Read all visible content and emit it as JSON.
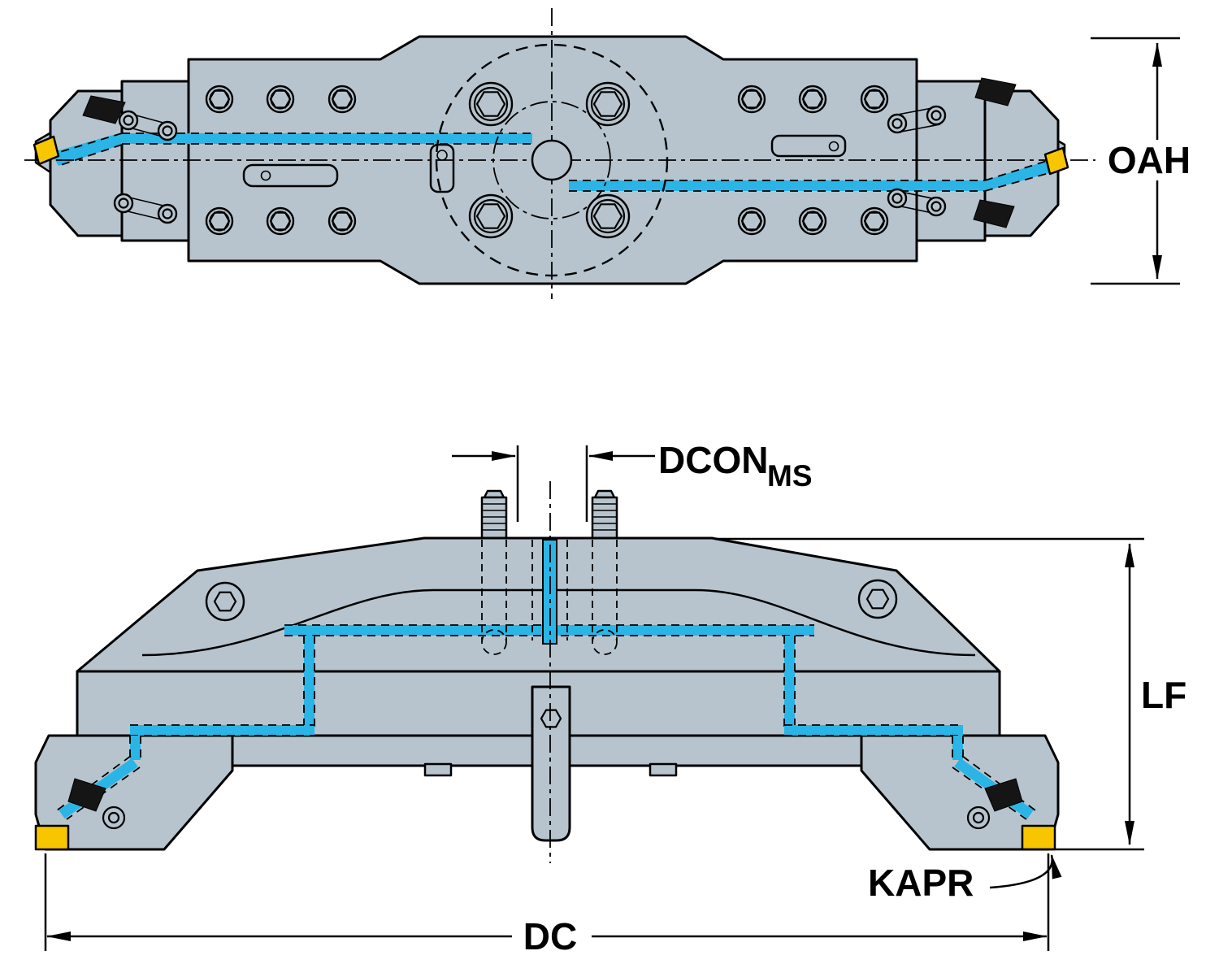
{
  "diagram": {
    "type": "technical-drawing",
    "subject": "milling-facing-head-tool-two-views",
    "colors": {
      "body": "#b7c4cd",
      "coolant": "#2ab5e6",
      "insert": "#f7c600",
      "outline": "#000000",
      "background": "#ffffff"
    },
    "labels": {
      "oah": "OAH",
      "dcon": "DCON",
      "dcon_sub": "MS",
      "lf": "LF",
      "kapr": "KAPR",
      "dc": "DC"
    }
  }
}
